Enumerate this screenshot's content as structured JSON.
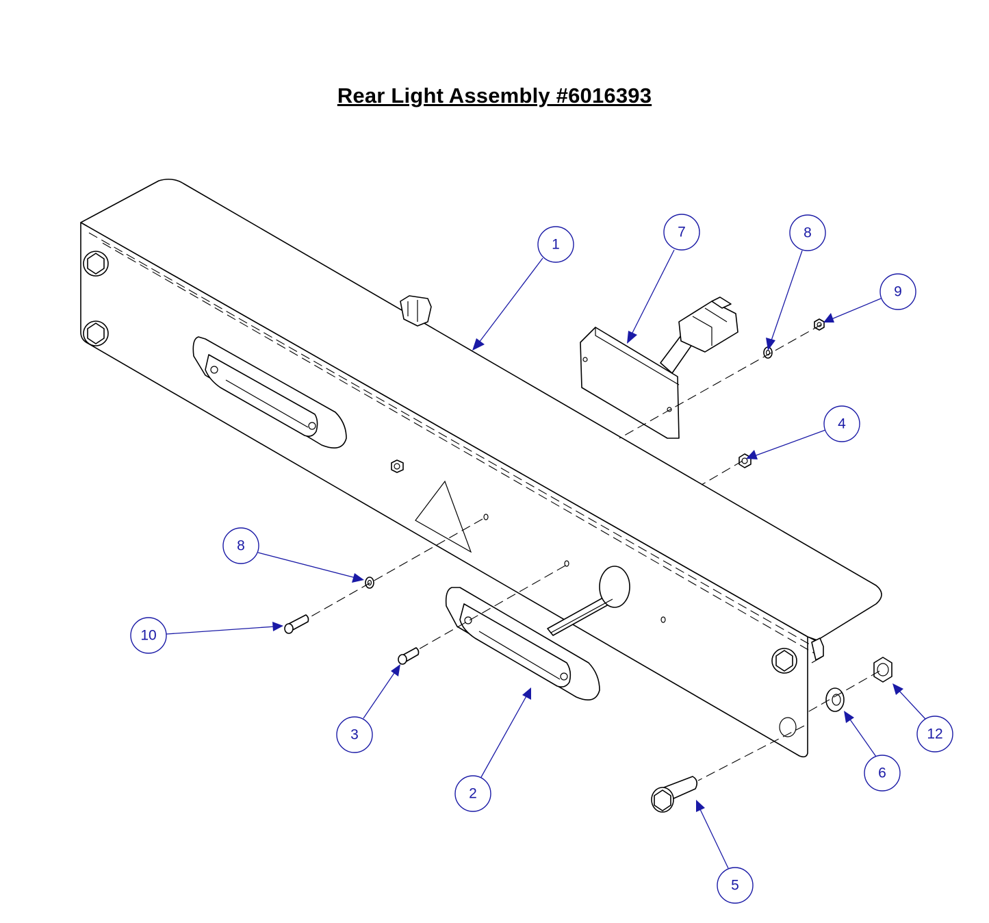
{
  "title": "Rear Light Assembly #6016393",
  "colors": {
    "callout": "#1a1aa6",
    "line": "#000000",
    "background": "#ffffff"
  },
  "callouts": [
    {
      "id": "c1",
      "label": "1"
    },
    {
      "id": "c7",
      "label": "7"
    },
    {
      "id": "c8a",
      "label": "8"
    },
    {
      "id": "c9",
      "label": "9"
    },
    {
      "id": "c4",
      "label": "4"
    },
    {
      "id": "c8b",
      "label": "8"
    },
    {
      "id": "c10",
      "label": "10"
    },
    {
      "id": "c3",
      "label": "3"
    },
    {
      "id": "c2",
      "label": "2"
    },
    {
      "id": "c6",
      "label": "6"
    },
    {
      "id": "c12",
      "label": "12"
    },
    {
      "id": "c5",
      "label": "5"
    }
  ]
}
